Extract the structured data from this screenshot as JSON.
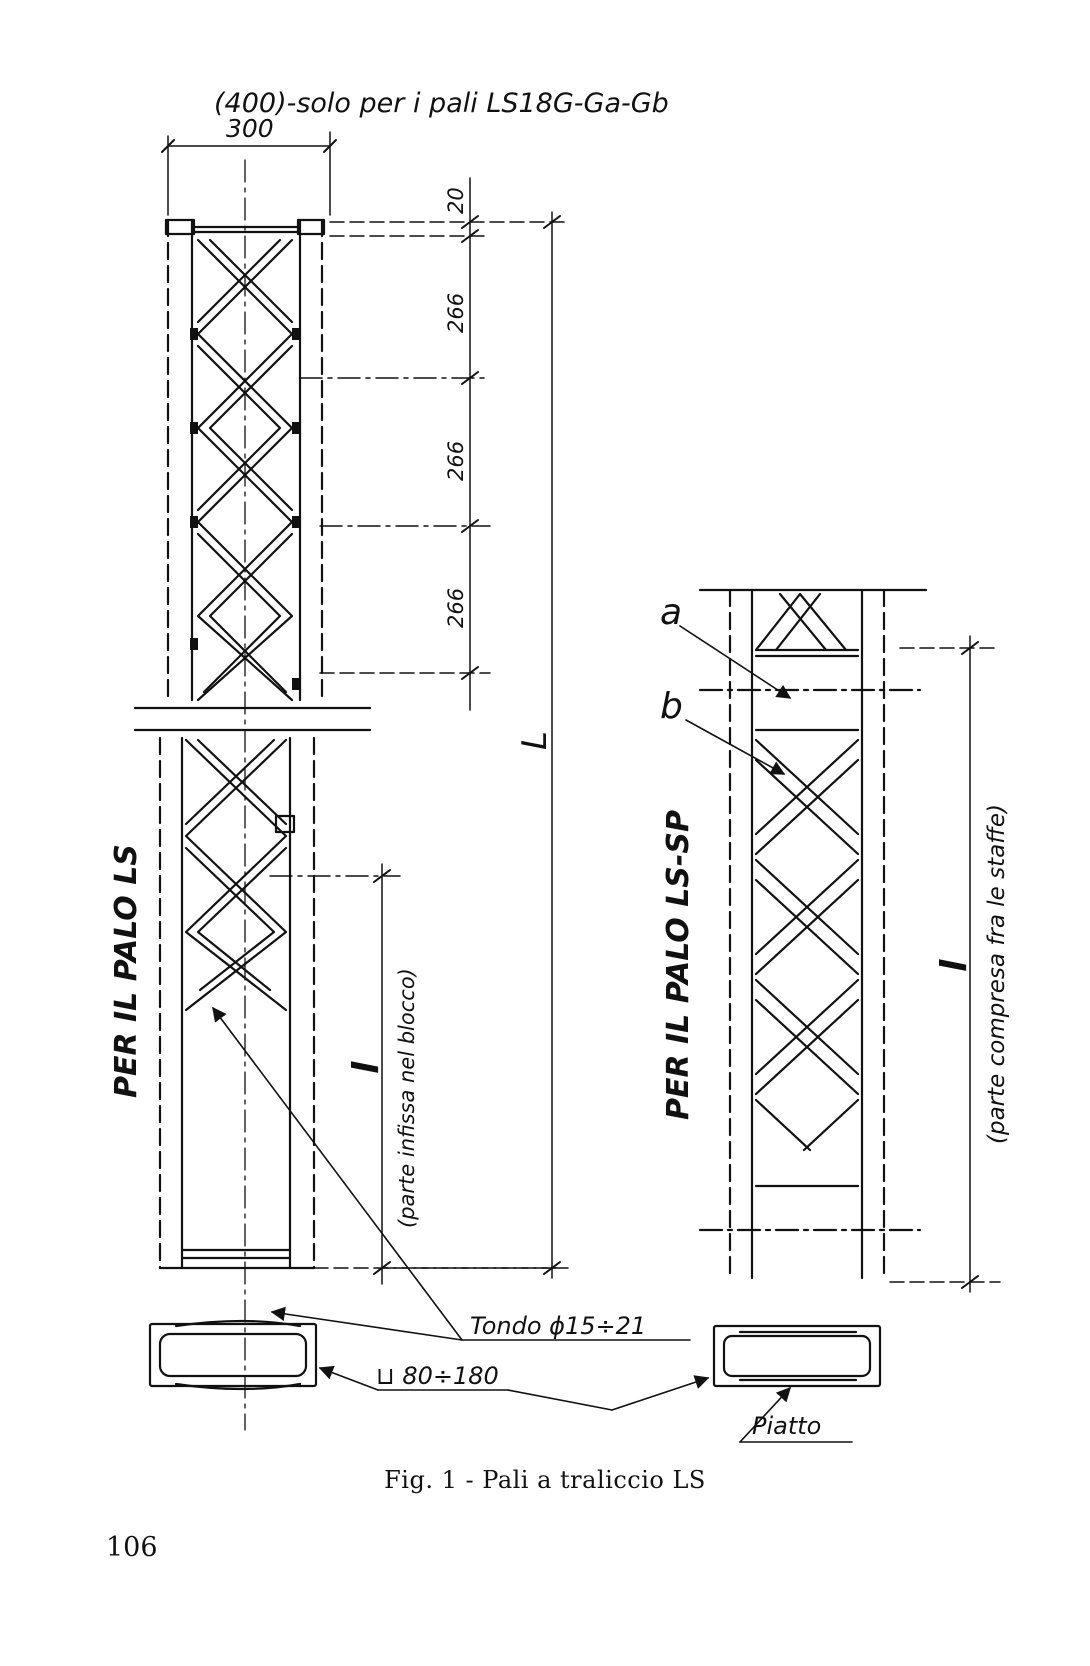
{
  "figure": {
    "caption": "Fig. 1 - Pali a traliccio LS",
    "page_number": "106"
  },
  "left_pile": {
    "title": "PER IL PALO LS",
    "note_top": "(400)-solo per i pali LS18G-Ga-Gb",
    "width_dim": "300",
    "dim_top": "20",
    "dim_panels": [
      "266",
      "266",
      "266"
    ],
    "dim_total": "L",
    "dim_embed": "l",
    "dim_embed_note": "(parte infissa nel blocco)"
  },
  "right_pile": {
    "title": "PER IL PALO LS-SP",
    "label_a": "a",
    "label_b": "b",
    "dim_l": "l",
    "dim_l_note": "(parte compresa fra le staffe)"
  },
  "callouts": {
    "tondo": "Tondo ϕ15÷21",
    "channel": "⊔ 80÷180",
    "piatto": "Piatto"
  }
}
